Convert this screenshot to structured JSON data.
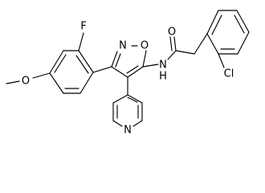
{
  "atoms": {
    "F": "F",
    "O_methoxy": "O",
    "N_ring": "N",
    "O_ring": "O",
    "O_carbonyl": "O",
    "N_amide": "N",
    "H_amide": "H",
    "Cl": "Cl",
    "N_pyridine": "N"
  }
}
